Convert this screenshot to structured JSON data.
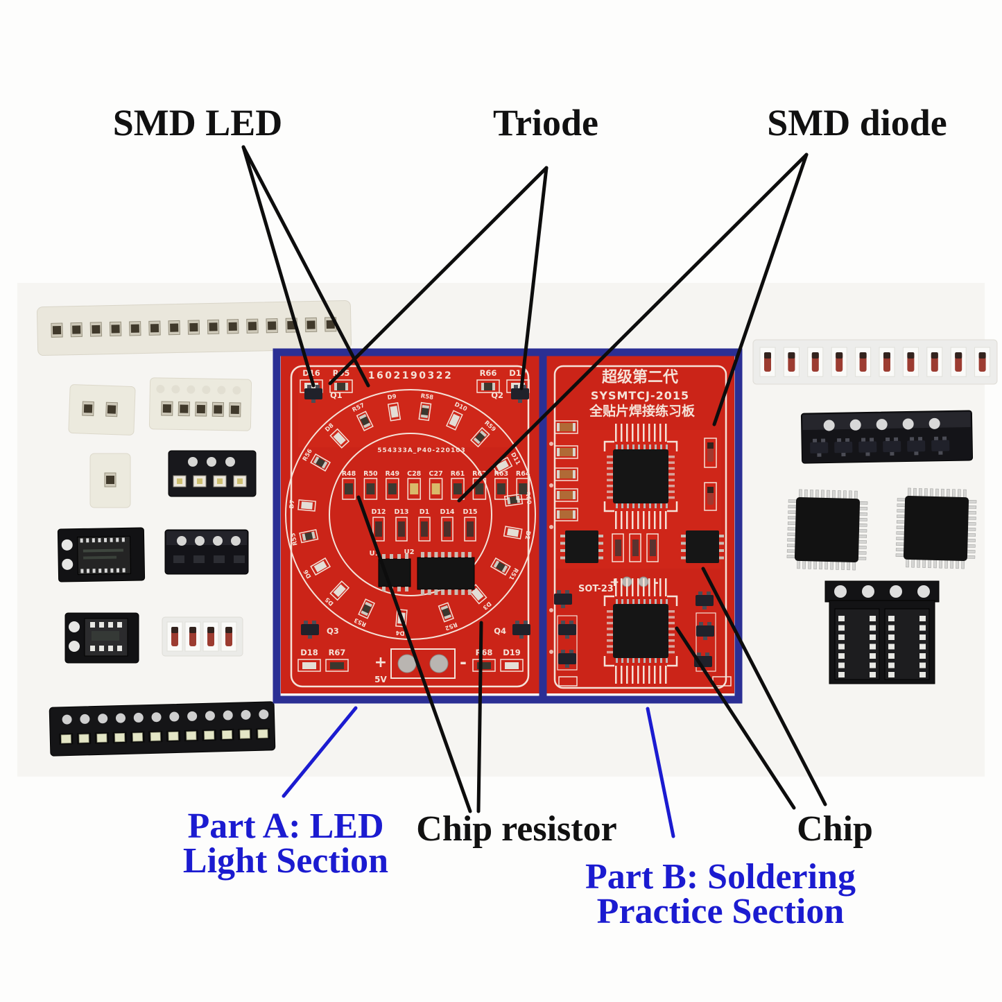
{
  "annotations": {
    "smd_led": "SMD LED",
    "triode": "Triode",
    "smd_diode": "SMD diode",
    "chip_resistor": "Chip resistor",
    "chip": "Chip",
    "part_a_line1": "Part A: LED",
    "part_a_line2": "Light Section",
    "part_b_line1": "Part B: Soldering",
    "part_b_line2": "Practice Section"
  },
  "board_a": {
    "serial": "1602190322",
    "center_code": "554333A_P40-220103",
    "top_refs": [
      "D16",
      "R65",
      "R66",
      "D17"
    ],
    "transistor_refs": [
      "Q1",
      "Q2",
      "Q3",
      "Q4"
    ],
    "ring_refs": [
      "R56",
      "D8",
      "R57",
      "D9",
      "R58",
      "D10",
      "R59",
      "D11",
      "R60",
      "D2",
      "R51",
      "D3",
      "R52",
      "D4",
      "R53",
      "D5",
      "D6",
      "R55",
      "D7"
    ],
    "row1_refs": [
      "R48",
      "R50",
      "R49",
      "C28",
      "C27",
      "R61",
      "R62",
      "R63",
      "R64"
    ],
    "row2_refs": [
      "D12",
      "D13",
      "D1",
      "D14",
      "D15"
    ],
    "ic_refs": [
      "U1",
      "U2"
    ],
    "bottom_refs": [
      "D18",
      "R67",
      "R68",
      "D19"
    ],
    "power_plus": "+",
    "power_minus": "-",
    "power_voltage": "5V"
  },
  "board_b": {
    "title_line1": "超级第二代",
    "title_line2": "SYSMTCJ-2015",
    "title_line3": "全贴片焊接练习板",
    "sot23_label": "SOT-23",
    "power_plus": "+",
    "power_minus": "-"
  },
  "kit": {
    "resistor_strip_long": 15,
    "resistor_strip_two": 2,
    "resistor_strip_five": 5,
    "resistor_strip_one": 1,
    "white_led_count": 4,
    "green_led_count": 12,
    "left_diode_count": 4,
    "right_diode_count": 10,
    "sot23_tape_count": 6,
    "qfp_chip_count": 2,
    "soic_pair_count": 2
  },
  "colors": {
    "pcb_red": "#cb2418",
    "frame_navy": "#2b2f94",
    "silkscreen": "#f5e2d8",
    "label_blue": "#1b1bd0",
    "label_black": "#111111",
    "annotation_black": "#0d0d0d"
  }
}
